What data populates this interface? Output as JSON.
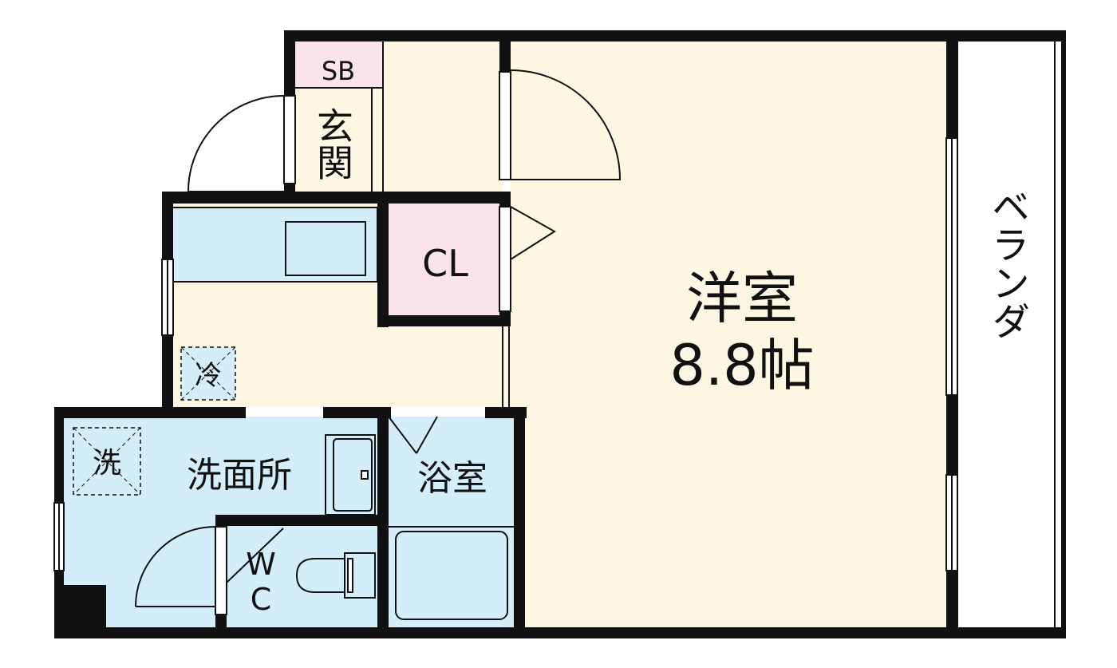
{
  "colors": {
    "wall": "#111111",
    "living": "#fdf6e3",
    "wet": "#d4eef9",
    "storage": "#fbe3ec",
    "balcony": "#ffffff"
  },
  "rooms": {
    "western_room": "洋室",
    "western_room_size": "8.8帖",
    "entrance": "玄関",
    "shoe_box": "SB",
    "closet": "CL",
    "bathroom": "浴室",
    "washroom": "洗面所",
    "toilet_w": "W",
    "toilet_c": "C",
    "balcony": "ベランダ",
    "fridge": "冷",
    "washer": "洗"
  }
}
